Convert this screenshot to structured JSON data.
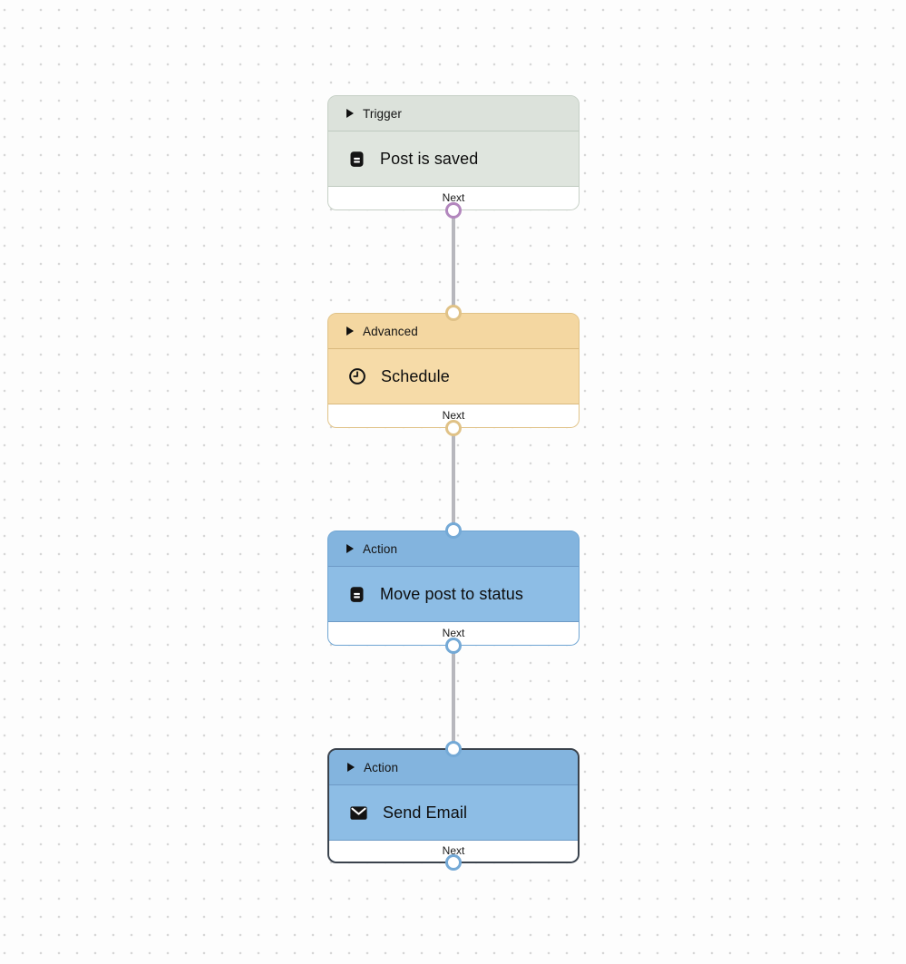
{
  "canvas": {
    "background_color": "#fdfdfd",
    "dot_grid_color": "#d7d7d7",
    "connector_color": "#b7b7bd"
  },
  "nodes": [
    {
      "kind": "Trigger",
      "title": "Post is saved",
      "next_label": "Next",
      "icon": "document-icon",
      "selected": false,
      "colors": {
        "header": "#dce2db",
        "body": "#dfe5de",
        "border": "#c5cfc5",
        "output_port": "#b286bd"
      }
    },
    {
      "kind": "Advanced",
      "title": "Schedule",
      "next_label": "Next",
      "icon": "clock-icon",
      "selected": false,
      "colors": {
        "header": "#f4d7a1",
        "body": "#f6dba8",
        "border": "#e0c287",
        "input_port": "#e0c287",
        "output_port": "#e0c287"
      }
    },
    {
      "kind": "Action",
      "title": "Move post to status",
      "next_label": "Next",
      "icon": "document-icon",
      "selected": false,
      "colors": {
        "header": "#83b4de",
        "body": "#8dbde5",
        "border": "#6ea4d2",
        "input_port": "#74a9d6",
        "output_port": "#74a9d6"
      }
    },
    {
      "kind": "Action",
      "title": "Send Email",
      "next_label": "Next",
      "icon": "email-icon",
      "selected": true,
      "colors": {
        "header": "#83b4de",
        "body": "#8dbde5",
        "border": "#3a424c",
        "input_port": "#74a9d6",
        "output_port": "#74a9d6",
        "selection_border": "#3a424c"
      }
    }
  ]
}
